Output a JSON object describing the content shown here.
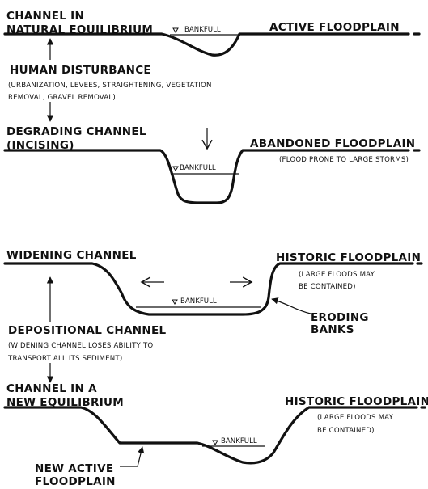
{
  "stage1": {
    "title_line1": "CHANNEL IN",
    "title_line2": "NATURAL EQUILIBRIUM",
    "bankfull": "BANKFULL",
    "right_label": "ACTIVE FLOODPLAIN"
  },
  "disturbance": {
    "title": "HUMAN DISTURBANCE",
    "detail_line1": "(URBANIZATION, LEVEES, STRAIGHTENING, VEGETATION",
    "detail_line2": "REMOVAL, GRAVEL REMOVAL)"
  },
  "stage2": {
    "title_line1": "DEGRADING CHANNEL",
    "title_line2": "(INCISING)",
    "bankfull": "BANKFULL",
    "right_label": "ABANDONED FLOODPLAIN",
    "right_note": "(FLOOD PRONE TO LARGE STORMS)"
  },
  "stage3": {
    "title": "WIDENING CHANNEL",
    "bankfull": "BANKFULL",
    "right_label": "HISTORIC FLOODPLAIN",
    "right_note_line1": "(LARGE FLOODS MAY",
    "right_note_line2": "BE CONTAINED)",
    "bank_label_line1": "ERODING",
    "bank_label_line2": "BANKS"
  },
  "depositional": {
    "title": "DEPOSITIONAL CHANNEL",
    "detail_line1": "(WIDENING CHANNEL LOSES ABILITY TO",
    "detail_line2": "TRANSPORT ALL ITS SEDIMENT)"
  },
  "stage4": {
    "title_line1": "CHANNEL IN A",
    "title_line2": "NEW EQUILIBRIUM",
    "bankfull": "BANKFULL",
    "right_label": "HISTORIC FLOODPLAIN",
    "right_note_line1": "(LARGE FLOODS MAY",
    "right_note_line2": "BE CONTAINED)",
    "floodplain_label_line1": "NEW ACTIVE",
    "floodplain_label_line2": "FLOODPLAIN"
  }
}
